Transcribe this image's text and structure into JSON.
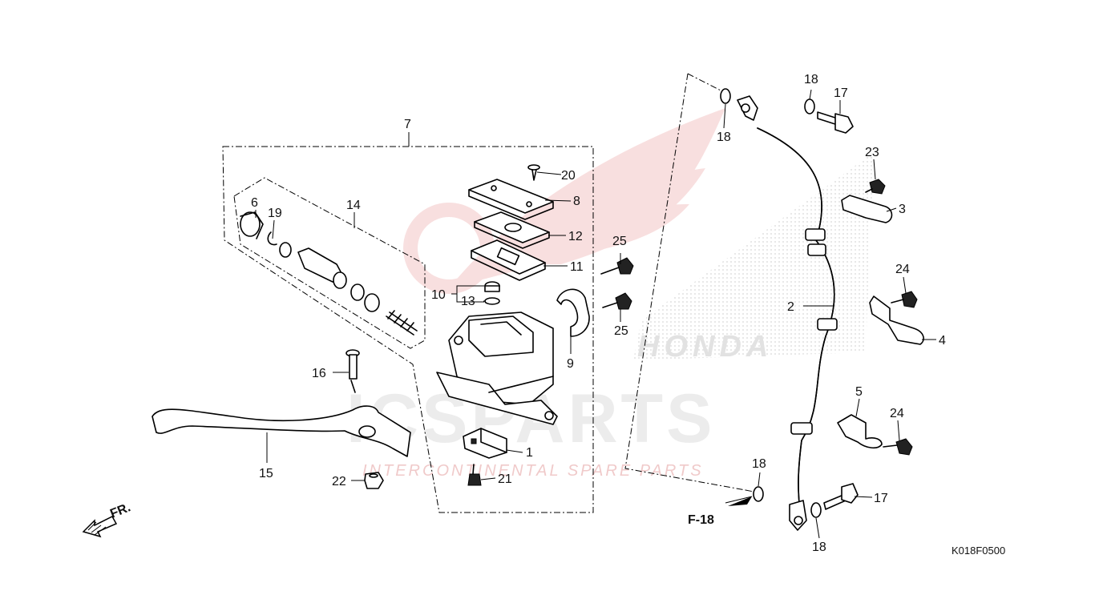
{
  "diagram_code": "K018F0500",
  "reference": "F-18",
  "direction_label": "FR.",
  "watermark": {
    "brand": "ICSPARTS",
    "tagline": "INTERCONTINENTAL SPARE PARTS",
    "logo_text": "HONDA"
  },
  "callouts": {
    "p1": "1",
    "p2": "2",
    "p3": "3",
    "p4": "4",
    "p5": "5",
    "p6": "6",
    "p7": "7",
    "p8": "8",
    "p9": "9",
    "p10": "10",
    "p11": "11",
    "p12": "12",
    "p13": "13",
    "p14": "14",
    "p15": "15",
    "p16": "16",
    "p17a": "17",
    "p17b": "17",
    "p18a": "18",
    "p18b": "18",
    "p18c": "18",
    "p18d": "18",
    "p19": "19",
    "p20": "20",
    "p21": "21",
    "p22": "22",
    "p23": "23",
    "p24a": "24",
    "p24b": "24",
    "p25a": "25",
    "p25b": "25"
  },
  "colors": {
    "watermark_red": "#f0c8c8",
    "watermark_grey": "#d8d8d8",
    "line": "#000000"
  }
}
